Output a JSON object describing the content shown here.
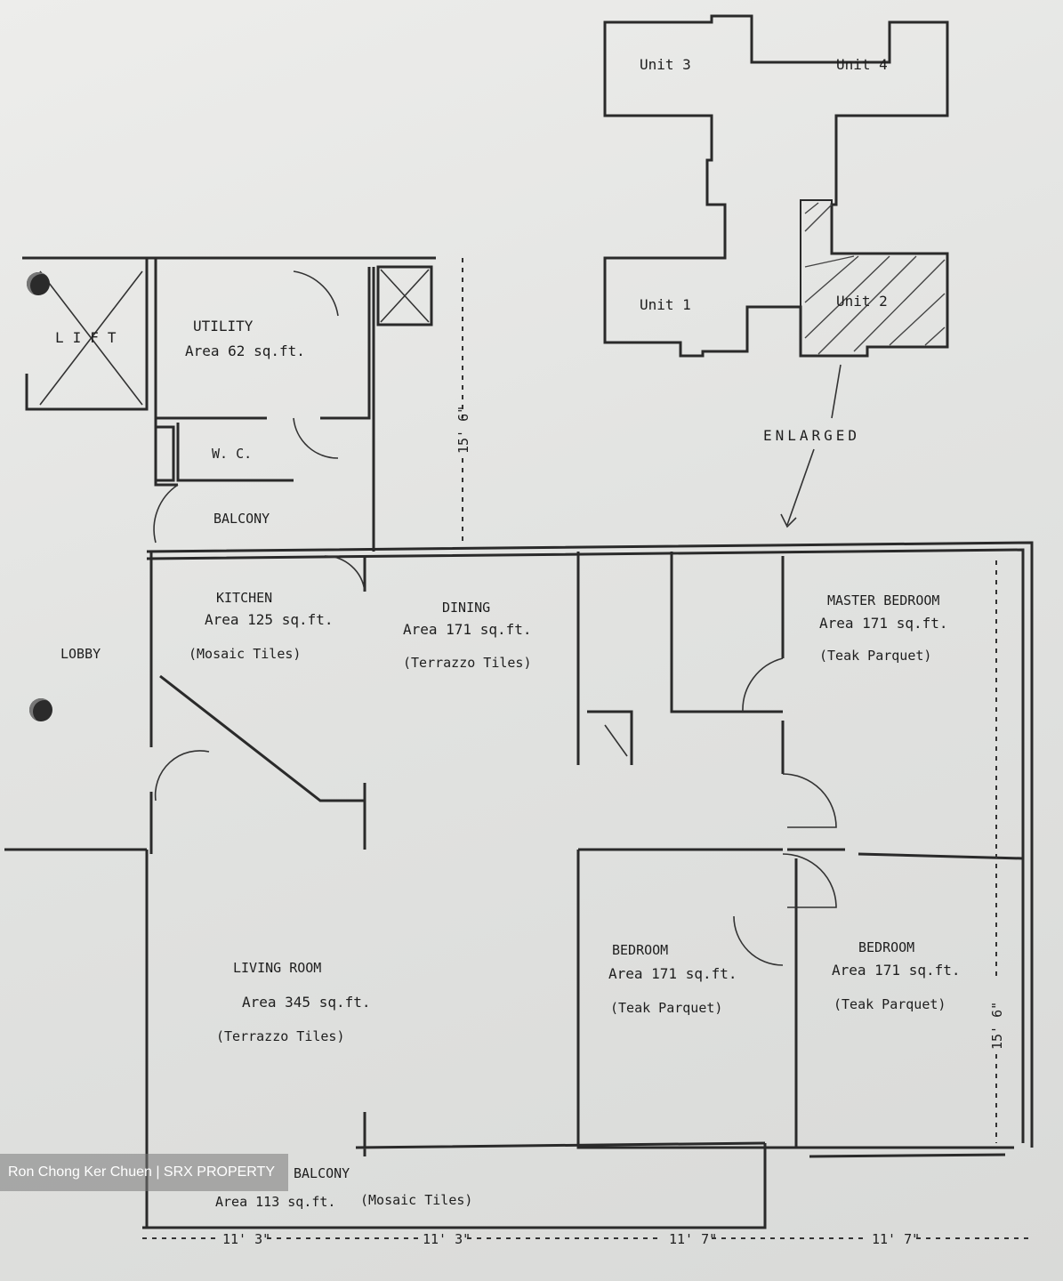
{
  "key_plan": {
    "units": [
      "Unit 3",
      "Unit 4",
      "Unit 1",
      "Unit 2"
    ],
    "highlighted_unit": "Unit 2",
    "enlarged_label": "ENLARGED"
  },
  "rooms": {
    "lift": "LIFT",
    "utility": {
      "name": "UTILITY",
      "area": "Area 62 sq.ft."
    },
    "wc": "W. C.",
    "balcony_upper": "BALCONY",
    "lobby": "LOBBY",
    "kitchen": {
      "name": "KITCHEN",
      "area": "Area 125 sq.ft.",
      "finish": "(Mosaic Tiles)"
    },
    "dining": {
      "name": "DINING",
      "area": "Area 171 sq.ft.",
      "finish": "(Terrazzo Tiles)"
    },
    "master_bedroom": {
      "name": "MASTER BEDROOM",
      "area": "Area 171 sq.ft.",
      "finish": "(Teak Parquet)"
    },
    "living_room": {
      "name": "LIVING   ROOM",
      "area": "Area 345 sq.ft.",
      "finish": "(Terrazzo Tiles)"
    },
    "bedroom_1": {
      "name": "BEDROOM",
      "area": "Area 171 sq.ft.",
      "finish": "(Teak Parquet)"
    },
    "bedroom_2": {
      "name": "BEDROOM",
      "area": "Area 171 sq.ft.",
      "finish": "(Teak Parquet)"
    },
    "balcony_lower": {
      "name": "BALCONY",
      "area": "Area 113 sq.ft.",
      "finish": "(Mosaic Tiles)"
    }
  },
  "dimensions": {
    "bottom": [
      "11' 3\"",
      "11' 3\"",
      "11' 7\"",
      "11' 7\""
    ],
    "vertical_upper": "15' 6\"",
    "vertical_right": "15' 6\""
  },
  "watermark": "Ron Chong Ker Chuen | SRX PROPERTY"
}
